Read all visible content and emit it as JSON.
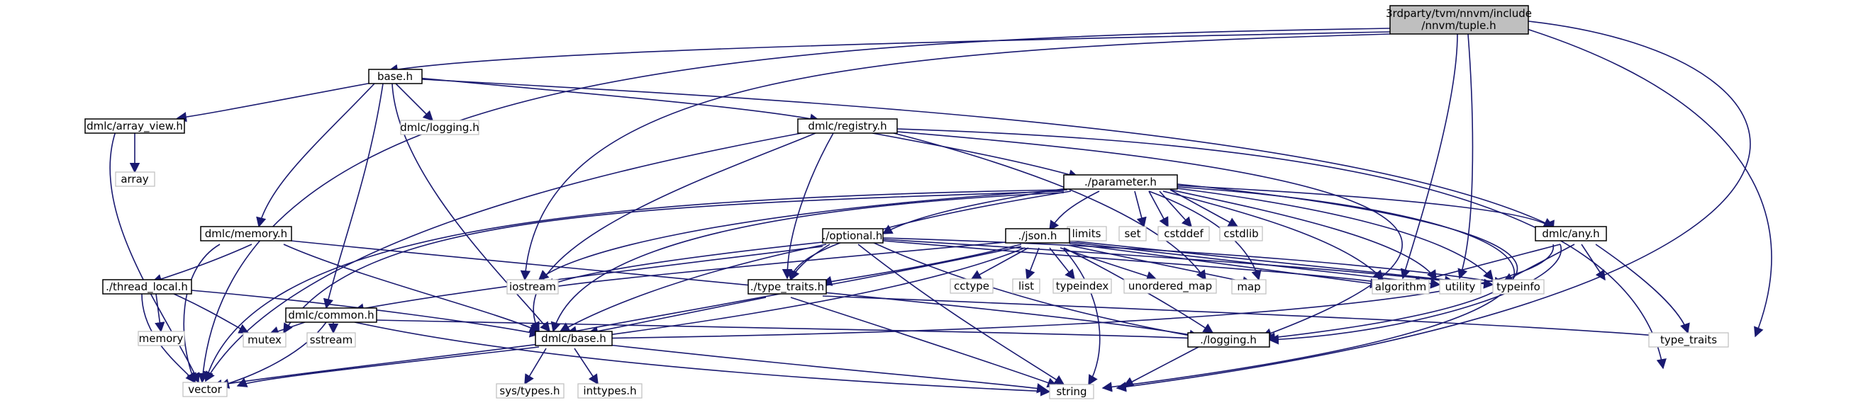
{
  "nodes": {
    "root": {
      "line1": "3rdparty/tvm/nnvm/include",
      "line2": "/nnvm/tuple.h"
    },
    "base_h": "base.h",
    "dmlc_array_view_h": "dmlc/array_view.h",
    "dmlc_logging_h": "dmlc/logging.h",
    "dmlc_registry_h": "dmlc/registry.h",
    "array": "array",
    "dmlc_memory_h": "dmlc/memory.h",
    "parameter_h": "./parameter.h",
    "limits": "limits",
    "set": "set",
    "cstddef": "cstddef",
    "cstdlib": "cstdlib",
    "dmlc_any_h": "dmlc/any.h",
    "optional_h": "./optional.h",
    "json_h": "./json.h",
    "thread_local_h": "./thread_local.h",
    "dmlc_common_h": "dmlc/common.h",
    "type_traits_h": "./type_traits.h",
    "iostream": "iostream",
    "cctype": "cctype",
    "list": "list",
    "typeindex": "typeindex",
    "unordered_map": "unordered_map",
    "map": "map",
    "algorithm": "algorithm",
    "utility": "utility",
    "typeinfo": "typeinfo",
    "memory": "memory",
    "mutex": "mutex",
    "sstream": "sstream",
    "dmlc_base_h": "dmlc/base.h",
    "logging_h": "./logging.h",
    "type_traits": "type_traits",
    "vector": "vector",
    "sys_types_h": "sys/types.h",
    "inttypes_h": "inttypes.h",
    "string": "string"
  },
  "colors": {
    "edge": "#191970",
    "root_fill": "#bfbfbf",
    "external_border": "#bfbfbf"
  }
}
